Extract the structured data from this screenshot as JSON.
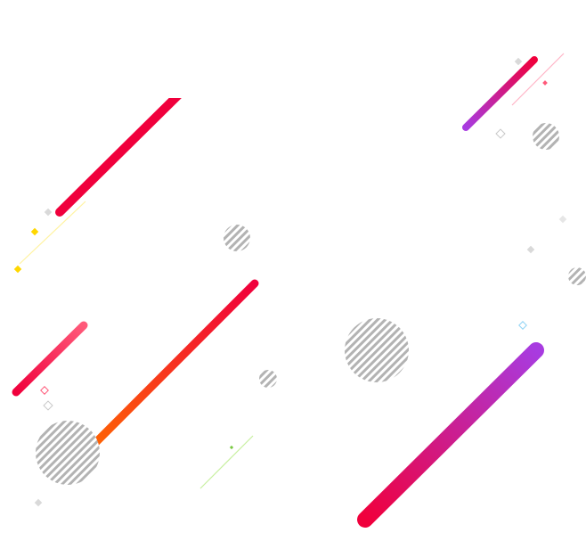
{
  "colors": {
    "background": "#ffffff",
    "red": "#f0003c",
    "pink": "#ff5a7a",
    "orange": "#ff6a00",
    "purple": "#a83be0",
    "yellow": "#ffd700",
    "light_yellow": "#fff3a0",
    "light_pink": "#ffb3c6",
    "light_green": "#c8f0a0",
    "green": "#7ac943",
    "gray": "#d9d9d9",
    "hatch": "#b3b3b3",
    "light_blue": "#8fd3f4"
  },
  "icons": [
    "hatched-circle",
    "diamond",
    "diamond-outline",
    "gradient-stroke"
  ]
}
